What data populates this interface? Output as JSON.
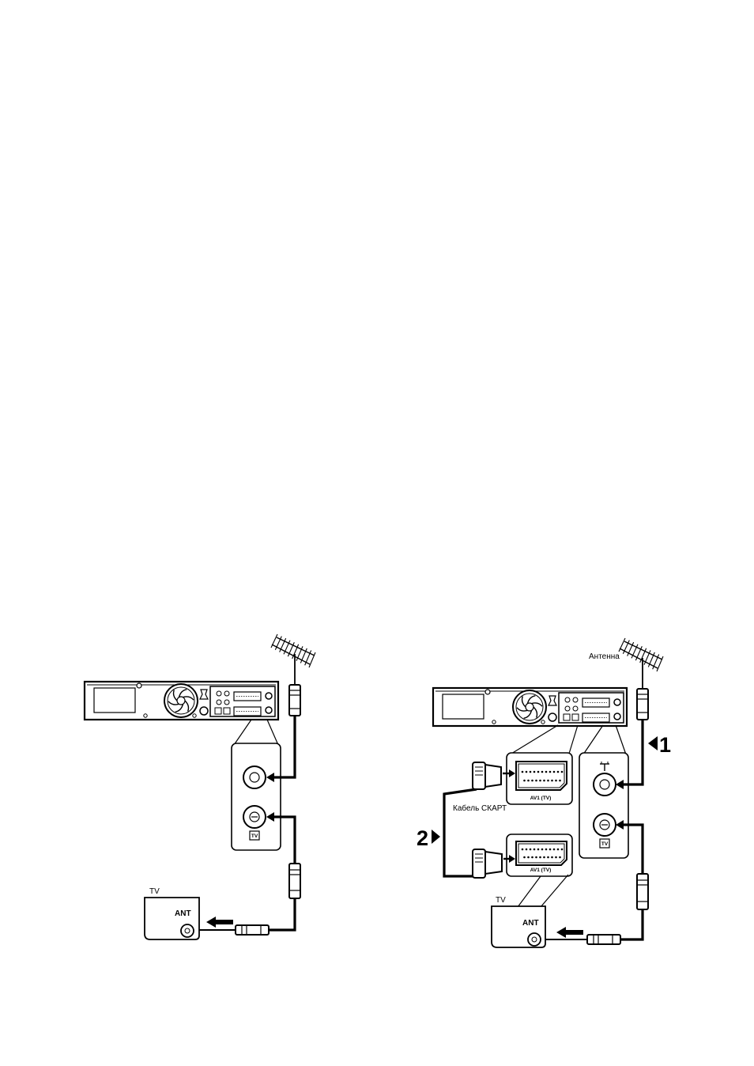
{
  "left_diagram": {
    "tv_title": "TV",
    "ant_label": "ANT",
    "tv_output_badge": "TV"
  },
  "right_diagram": {
    "antenna_label": "Антенна",
    "step_1": "1",
    "step_2": "2",
    "scart_socket_label_top": "AV1 (TV)",
    "scart_cable_label": "Кабель СКАРТ",
    "scart_socket_label_bottom": "AV1 (TV)",
    "tv_title": "TV",
    "ant_label": "ANT",
    "tv_output_badge": "TV"
  },
  "colors": {
    "ink": "#000000",
    "paper": "#ffffff"
  }
}
